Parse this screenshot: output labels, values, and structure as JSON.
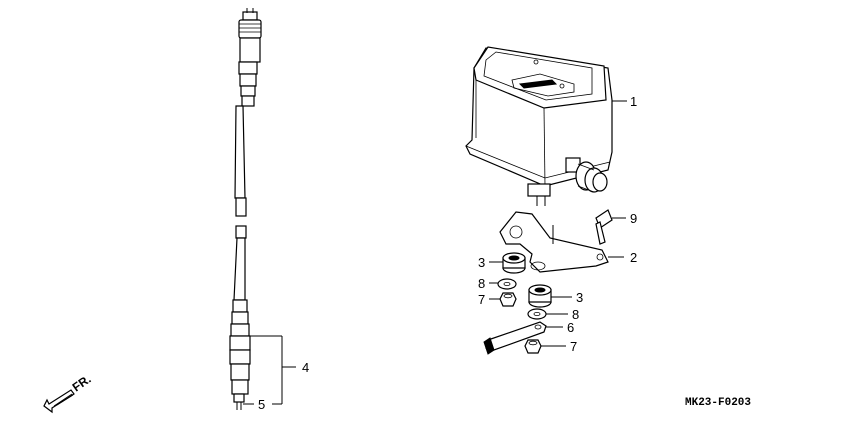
{
  "diagram_code": "MK23-F0203",
  "direction_label": "FR.",
  "callouts": {
    "c1": "1",
    "c2": "2",
    "c3a": "3",
    "c3b": "3",
    "c4": "4",
    "c5": "5",
    "c6": "6",
    "c7a": "7",
    "c7b": "7",
    "c8a": "8",
    "c8b": "8",
    "c9": "9"
  },
  "icons": {
    "direction": "arrow-icon"
  }
}
